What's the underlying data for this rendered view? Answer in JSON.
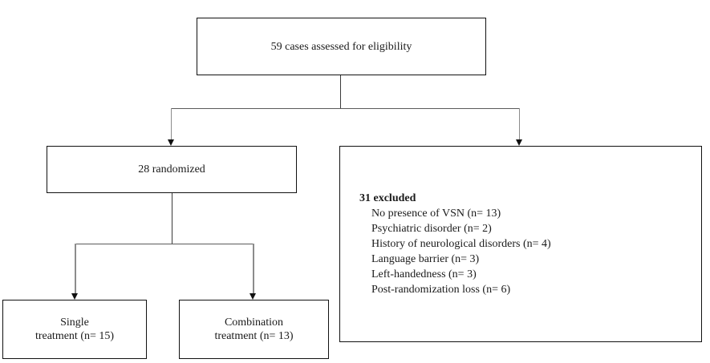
{
  "diagram": {
    "title_semantic": "patient-flow-chart",
    "top_box": {
      "label": "59 cases assessed for eligibility"
    },
    "randomized_box": {
      "label": "28 randomized"
    },
    "excluded_box": {
      "title": "31 excluded",
      "items": [
        "No presence of VSN (n= 13)",
        "Psychiatric disorder (n= 2)",
        "History of neurological disorders (n= 4)",
        "Language barrier (n= 3)",
        "Left-handedness (n= 3)",
        "Post-randomization loss (n= 6)"
      ]
    },
    "single_box": {
      "line1": "Single",
      "line2": "treatment (n= 15)"
    },
    "combination_box": {
      "line1": "Combination",
      "line2": "treatment (n= 13)"
    },
    "colors": {
      "background": "#ffffff",
      "box_border": "#111111",
      "text": "#1a1a1a",
      "connector_line": "#3a3a3a",
      "arrow_shaft": "#8c8c8c",
      "arrow_head": "#111111"
    }
  }
}
